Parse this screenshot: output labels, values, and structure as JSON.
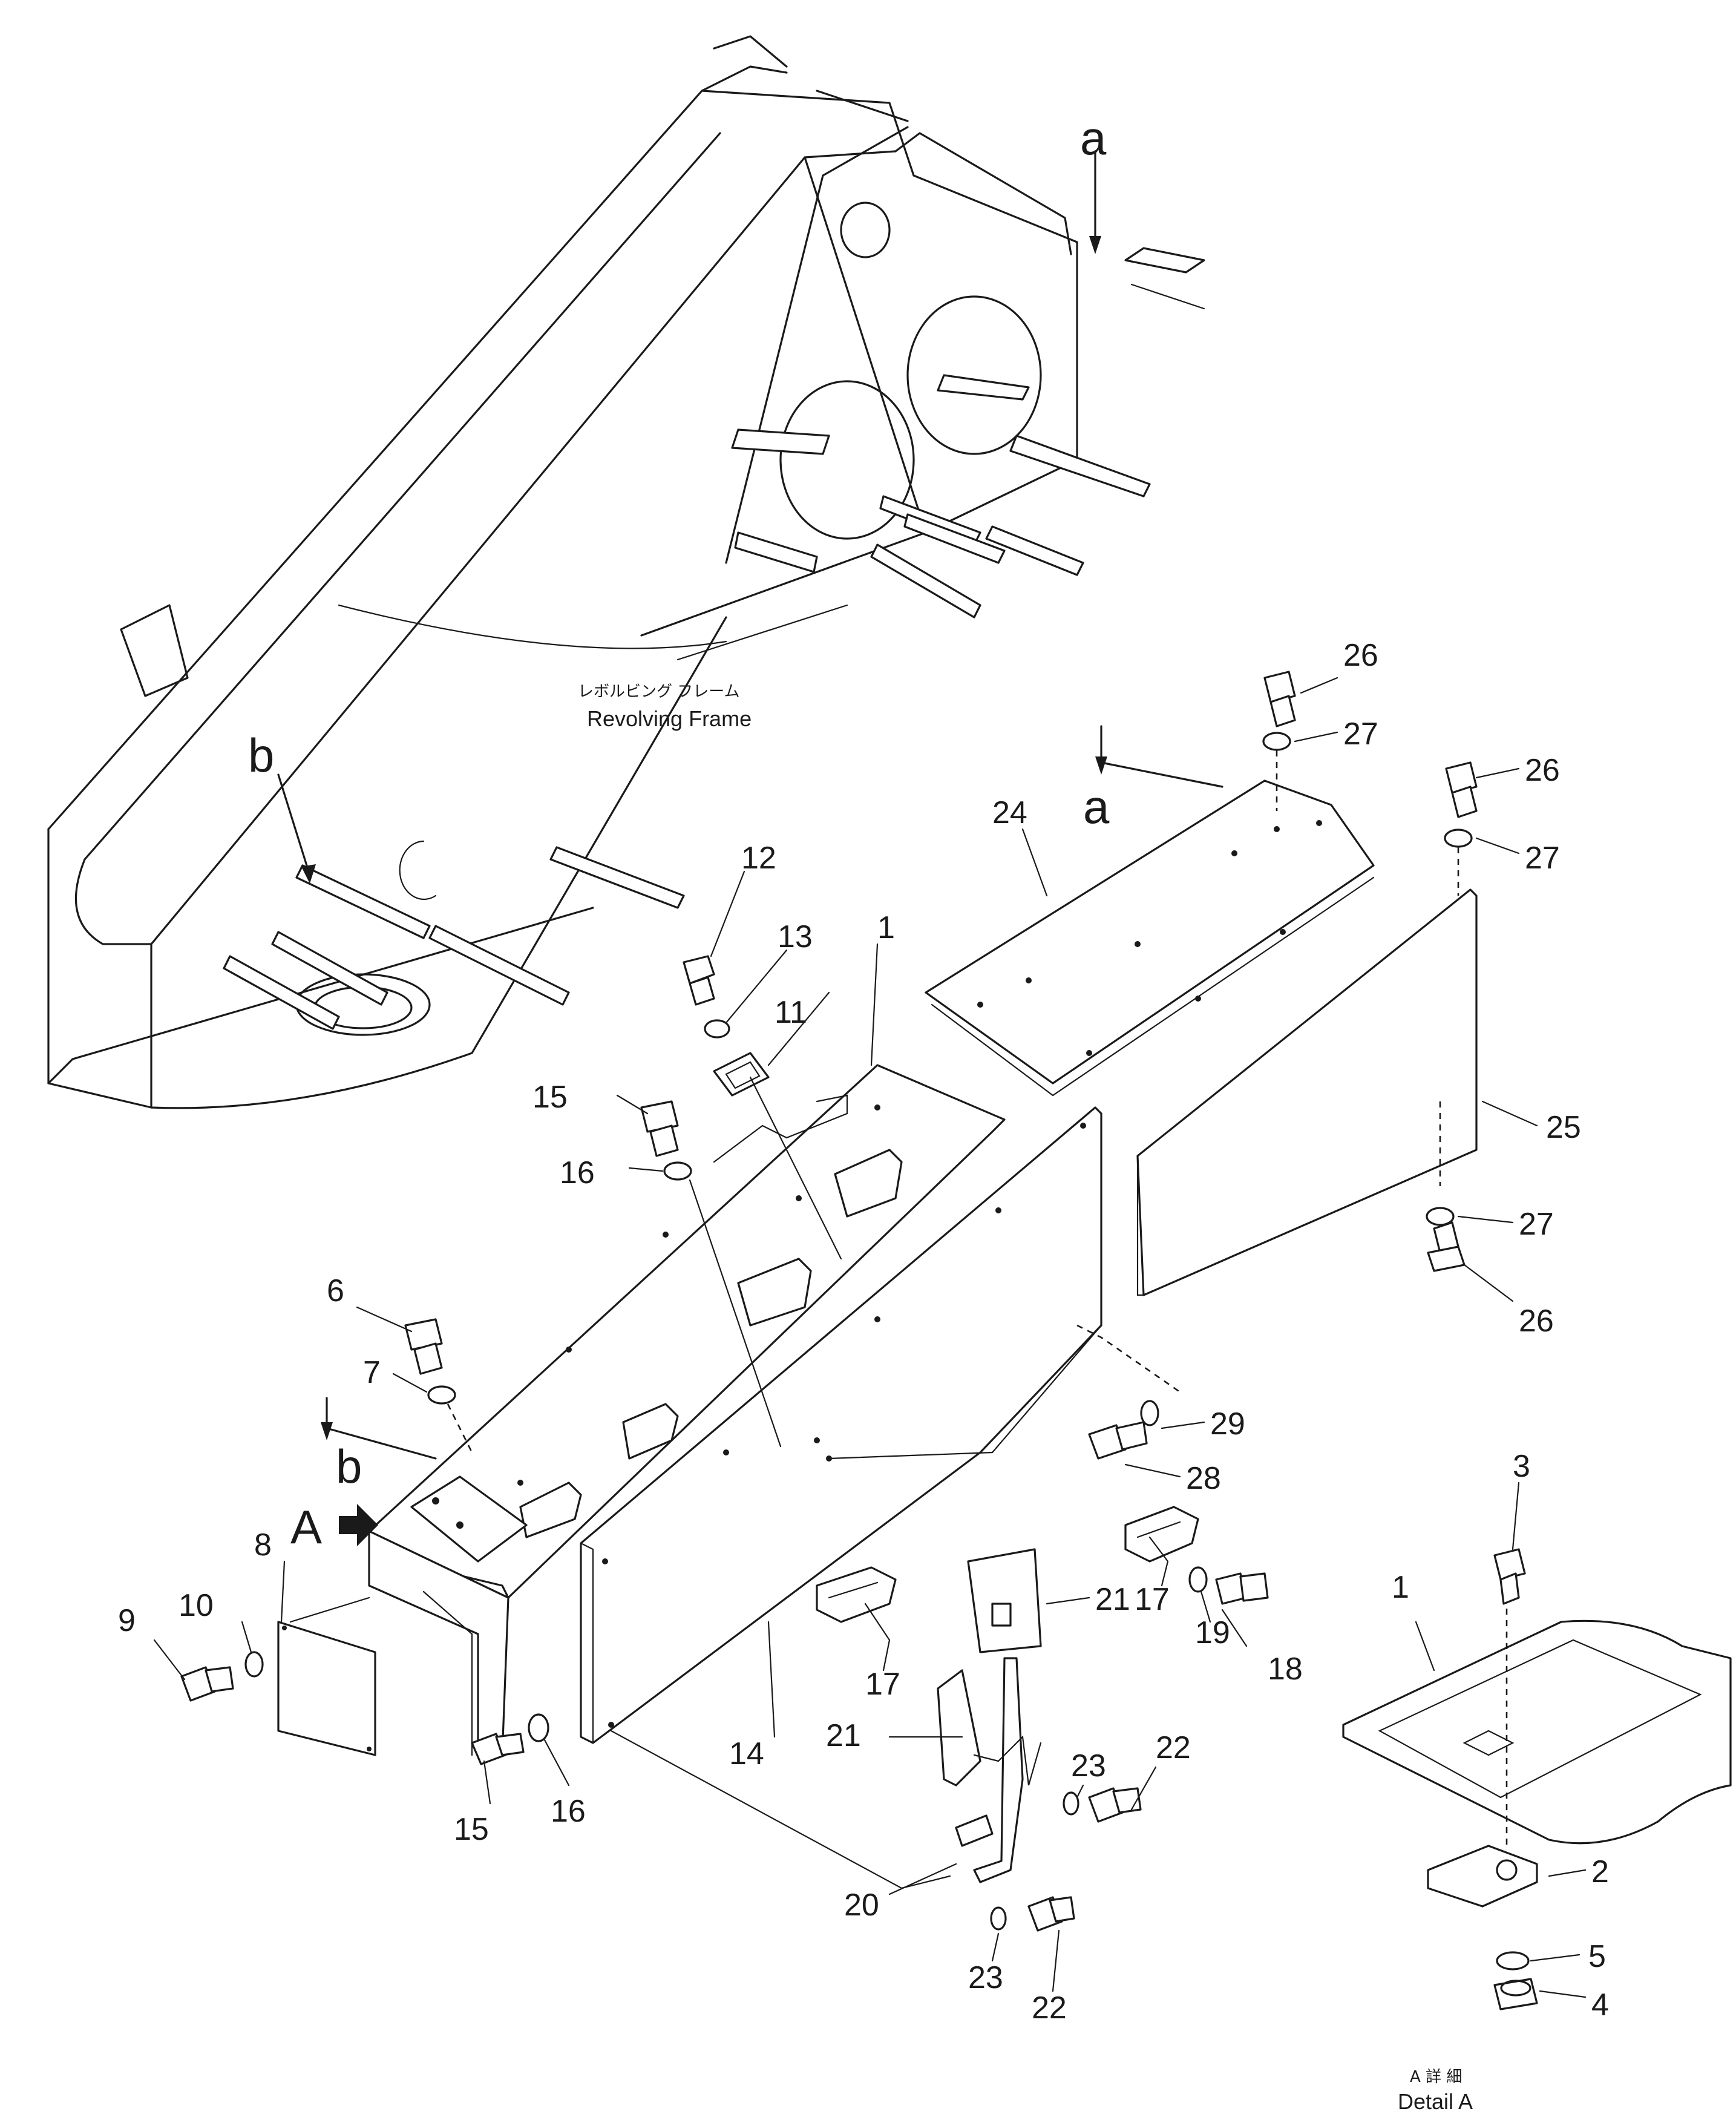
{
  "labels": {
    "revolving_frame_jp": "レボルビング フレーム",
    "revolving_frame_en": "Revolving Frame",
    "detail_jp": "A 詳 細",
    "detail_en": "Detail A",
    "view_a_upper": "a",
    "view_a_lower": "a",
    "view_b_upper": "b",
    "view_b_lower": "b",
    "detail_arrow": "A"
  },
  "callouts": {
    "c1_main": "1",
    "c1_detail": "1",
    "c2": "2",
    "c3": "3",
    "c4": "4",
    "c5": "5",
    "c6": "6",
    "c7": "7",
    "c8": "8",
    "c9": "9",
    "c10": "10",
    "c11": "11",
    "c12": "12",
    "c13": "13",
    "c14": "14",
    "c15_upper": "15",
    "c15_lower": "15",
    "c16_upper": "16",
    "c16_lower": "16",
    "c17_left": "17",
    "c17_right": "17",
    "c18": "18",
    "c19": "19",
    "c20": "20",
    "c21_upper": "21",
    "c21_lower": "21",
    "c22_upper": "22",
    "c22_lower": "22",
    "c23_upper": "23",
    "c23_lower": "23",
    "c24": "24",
    "c25": "25",
    "c26_a": "26",
    "c26_b": "26",
    "c26_c": "26",
    "c27_a": "27",
    "c27_b": "27",
    "c27_c": "27",
    "c28": "28",
    "c29": "29"
  }
}
